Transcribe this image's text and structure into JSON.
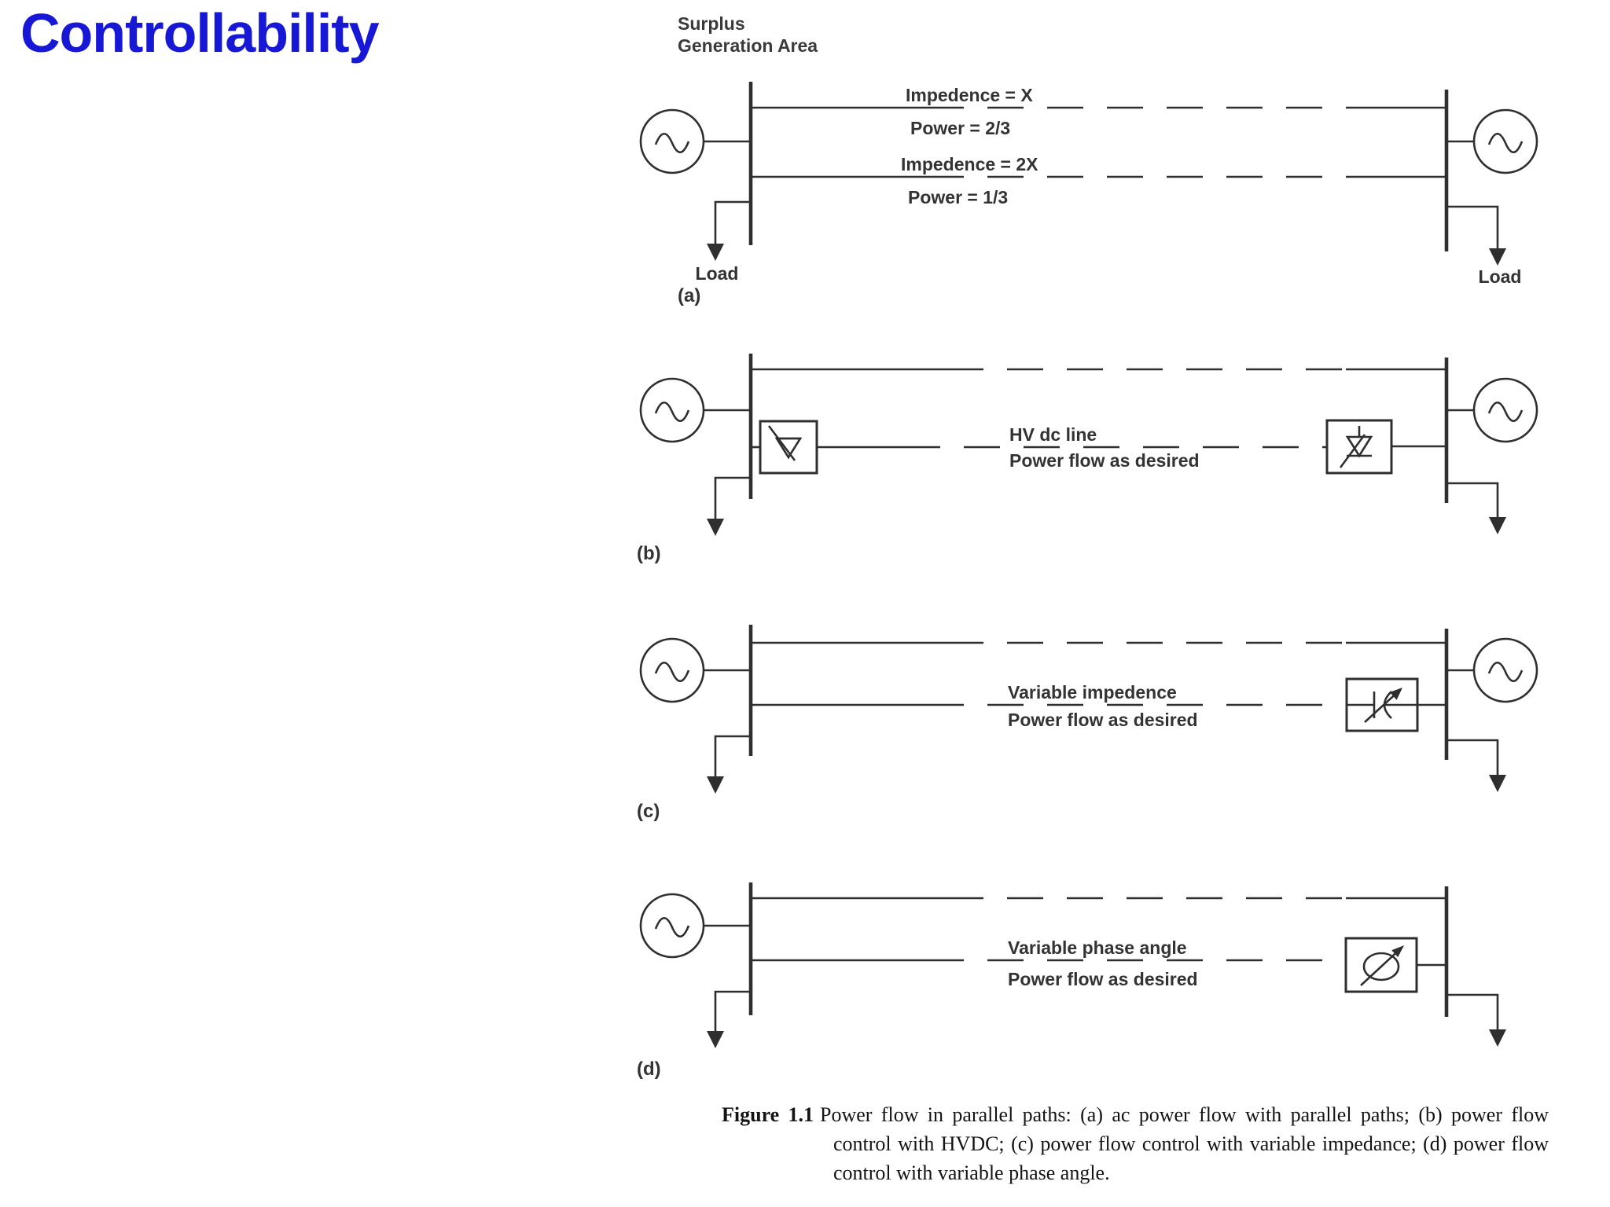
{
  "title": "Controllability",
  "colors": {
    "title_blue": "#1717d6",
    "ink": "#2f2f2f",
    "label_text": "#333333"
  },
  "icons": {
    "generator": "ac-generator-circle-sine",
    "converter": "thyristor-valve",
    "variable_impedance": "variable-capacitor-with-arrow",
    "phase_shifter": "circle-with-diagonal-arrow",
    "load": "down-arrow"
  },
  "figure": {
    "area_label_line1": "Surplus",
    "area_label_line2": "Generation Area",
    "diagrams": {
      "a": {
        "tag": "(a)",
        "line1_impedance": "Impedence = X",
        "line1_power": "Power = 2/3",
        "line2_impedance": "Impedence = 2X",
        "line2_power": "Power = 1/3",
        "load_left": "Load",
        "load_right": "Load"
      },
      "b": {
        "tag": "(b)",
        "line_label": "HV dc  line",
        "line_sublabel": "Power flow as desired"
      },
      "c": {
        "tag": "(c)",
        "line_label": "Variable impedence",
        "line_sublabel": "Power flow as desired"
      },
      "d": {
        "tag": "(d)",
        "line_label": "Variable phase angle",
        "line_sublabel": "Power flow as desired"
      }
    },
    "caption_label": "Figure 1.1",
    "caption_text": "Power flow in parallel paths: (a) ac power flow with parallel paths; (b) power flow control with HVDC; (c) power flow control with variable impedance; (d) power flow control with variable phase angle."
  }
}
